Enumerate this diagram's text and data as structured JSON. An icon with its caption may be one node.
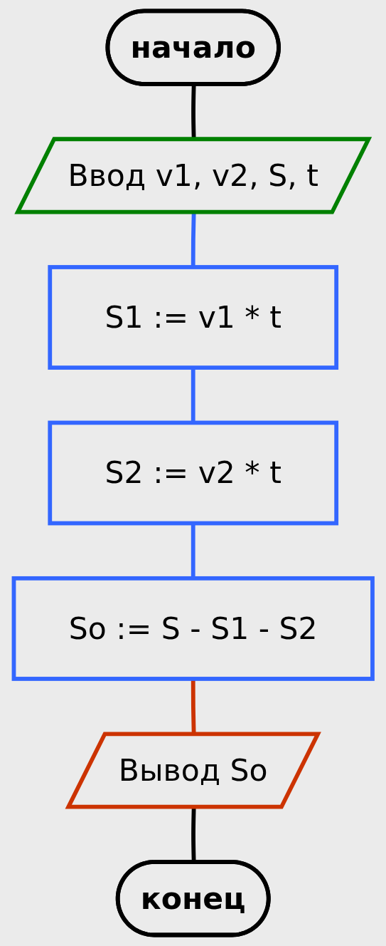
{
  "diagram": {
    "nodes": [
      {
        "text": [
          "начало"
        ]
      },
      {
        "text": [
          "Ввод v1, v2, S, t"
        ]
      },
      {
        "text": [
          "S1 := v1 * t"
        ]
      },
      {
        "text": [
          "S2 := v2 * t"
        ]
      },
      {
        "text": [
          "So := S - S1 - S2"
        ]
      },
      {
        "text": [
          "Вывод So"
        ]
      },
      {
        "text": [
          "конец"
        ]
      }
    ],
    "edges": [
      {
        "from": 0,
        "to": 1,
        "arrow": "none",
        "color": "#000000"
      },
      {
        "from": 1,
        "to": 2,
        "arrow": "none"
      },
      {
        "from": 2,
        "to": 3,
        "arrow": "none"
      },
      {
        "from": 3,
        "to": 4,
        "arrow": "none"
      },
      {
        "from": 4,
        "to": 5,
        "arrow": "none",
        "color": "#cc3300"
      },
      {
        "from": 5,
        "to": 6,
        "arrow": "none",
        "color": "#000000"
      }
    ]
  }
}
